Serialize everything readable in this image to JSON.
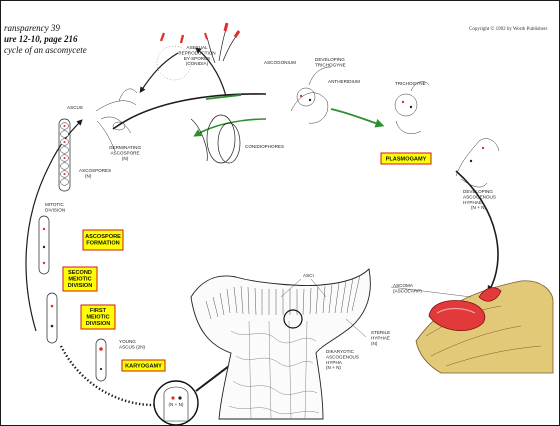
{
  "header": {
    "line1": "ransparency 39",
    "line2": "ure 12-10, page 216",
    "line3": "cycle of an ascomycete",
    "copyright": "Copyright © 1992 by Worth Publishers"
  },
  "labels": {
    "asexual": [
      "ASEXUAL",
      "REPRODUCTION",
      "BY SPORES",
      "(CONIDIA)"
    ],
    "ascogonium": "ASCOGONIUM",
    "developing_trichogyne": [
      "DEVELOPING",
      "TRICHOGYNE"
    ],
    "antheridium": "ANTHERIDIUM",
    "trichogyne": "TRICHOGYNE",
    "asci": "ASCUS",
    "ascospores": [
      "ASCOSPORES",
      "(n)"
    ],
    "mitotic_division": [
      "MITOTIC",
      "DIVISION"
    ],
    "germinating": [
      "GERMINATING",
      "ASCOSPORE",
      "(n)"
    ],
    "conidiophores": "CONIDIOPHORES",
    "developing_ascogenous": [
      "DEVELOPING",
      "ASCOGENOUS",
      "HYPHAE",
      "(n + n)"
    ],
    "ascoma": [
      "ASCOMA",
      "(ASCOCARP)"
    ],
    "young_ascus": [
      "YOUNG",
      "ASCUS (2n)"
    ],
    "asci_top": "ASCI",
    "sterile_hyphae": [
      "STERILE",
      "HYPHAE",
      "(n)"
    ],
    "dikaryotic": [
      "DIKARYOTIC",
      "ASCOGENOUS",
      "HYPHA",
      "(n + n)"
    ],
    "nuclei": "(n + n)"
  },
  "boxes": {
    "plasmogamy": "PLASMOGAMY",
    "ascospore_formation": [
      "ASCOSPORE",
      "FORMATION"
    ],
    "second_meiotic": [
      "SECOND",
      "MEIOTIC",
      "DIVISION"
    ],
    "first_meiotic": [
      "FIRST",
      "MEIOTIC",
      "DIVISION"
    ],
    "karyogamy": "KARYOGAMY"
  },
  "colors": {
    "box_fill": "#ffff00",
    "box_border": "#d21a12",
    "arrow": "#1c1c1c",
    "arrow_green": "#2f8f2f",
    "nucleus_red": "#e0302a",
    "ascoma_red": "#e23a3a",
    "substrate": "#e2c977"
  }
}
